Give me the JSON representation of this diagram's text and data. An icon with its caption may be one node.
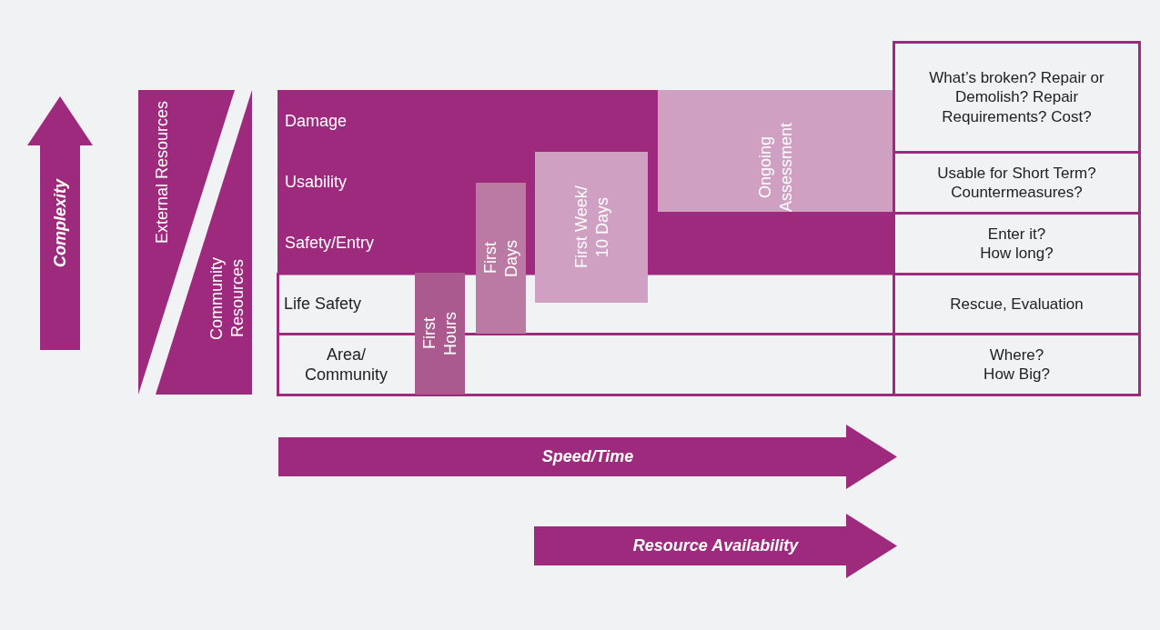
{
  "diagram": {
    "nodes": [
      {
        "text": [
          "Complexity"
        ]
      },
      {
        "text": [
          "External Resources"
        ]
      },
      {
        "text": [
          "Community Resources"
        ]
      },
      {
        "text": [
          "Damage"
        ]
      },
      {
        "text": [
          "Usability"
        ]
      },
      {
        "text": [
          "Safety/Entry"
        ]
      },
      {
        "text": [
          "Life Safety"
        ]
      },
      {
        "text": [
          "Area/ Community"
        ]
      },
      {
        "text": [
          "First Hours"
        ]
      },
      {
        "text": [
          "First Days"
        ]
      },
      {
        "text": [
          "First Week/ 10 Days"
        ]
      },
      {
        "text": [
          "Ongoing Assessment"
        ]
      },
      {
        "text": [
          "What’s broken? Repair or Demolish? Repair Requirements? Cost?"
        ]
      },
      {
        "text": [
          "Usable for Short Term? Countermeasures?"
        ]
      },
      {
        "text": [
          "Enter it? How long?"
        ]
      },
      {
        "text": [
          "Rescue, Evaluation"
        ]
      },
      {
        "text": [
          "Where? How Big?"
        ]
      },
      {
        "text": [
          "Speed/Time"
        ]
      },
      {
        "text": [
          "Resource Availability"
        ]
      }
    ]
  }
}
